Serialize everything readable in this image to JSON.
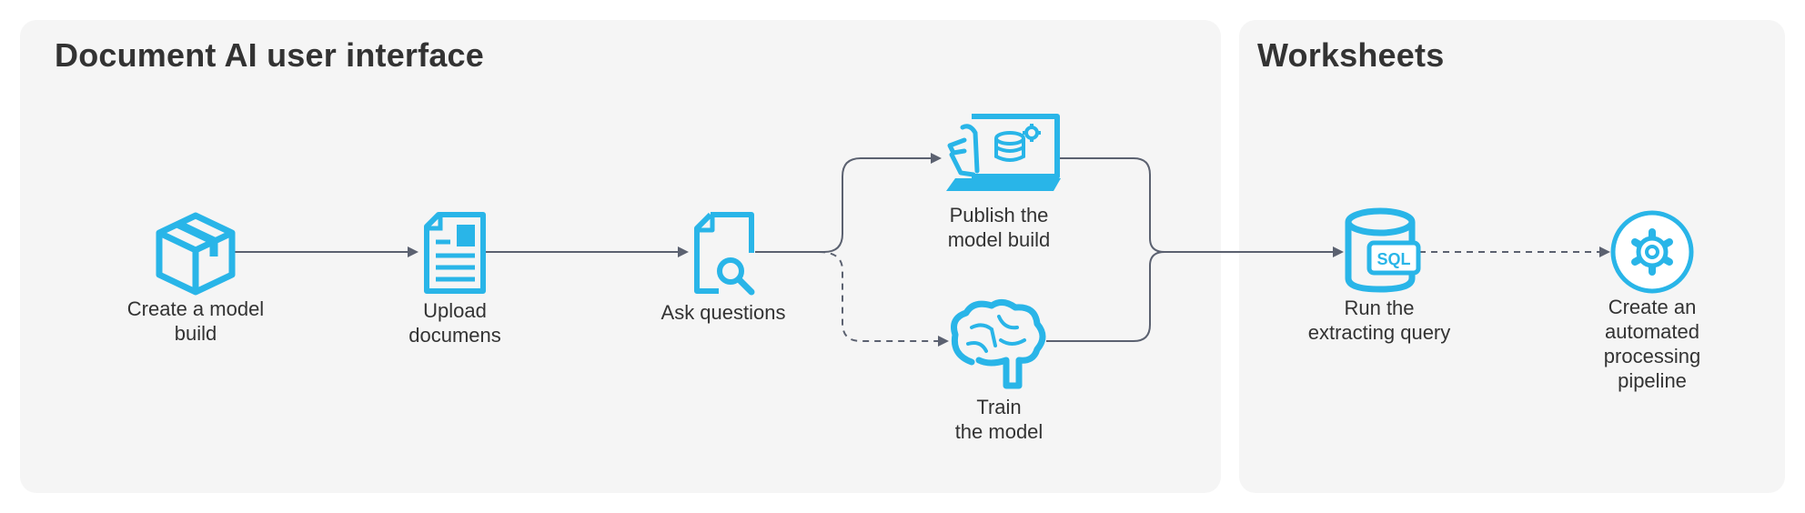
{
  "panels": {
    "left_title": "Document AI user interface",
    "right_title": "Worksheets"
  },
  "steps": {
    "create_model": {
      "line1": "Create a model",
      "line2": "build",
      "icon": "package-box-icon"
    },
    "upload": {
      "line1": "Upload",
      "line2": "documens",
      "icon": "document-icon"
    },
    "ask": {
      "line1": "Ask questions",
      "icon": "document-search-icon"
    },
    "publish": {
      "line1": "Publish the",
      "line2": "model build",
      "icon": "laptop-database-icon"
    },
    "train": {
      "line1": "Train",
      "line2": "the model",
      "icon": "brain-icon"
    },
    "run_query": {
      "line1": "Run the",
      "line2": "extracting query",
      "icon": "sql-database-icon",
      "badge": "SQL"
    },
    "pipeline": {
      "line1": "Create an",
      "line2": "automated",
      "line3": "processing",
      "line4": "pipeline",
      "icon": "gear-icon"
    }
  },
  "colors": {
    "icon": "#29b5e8",
    "connector": "#5b6170",
    "panel": "#f5f5f5",
    "text": "#333333"
  }
}
